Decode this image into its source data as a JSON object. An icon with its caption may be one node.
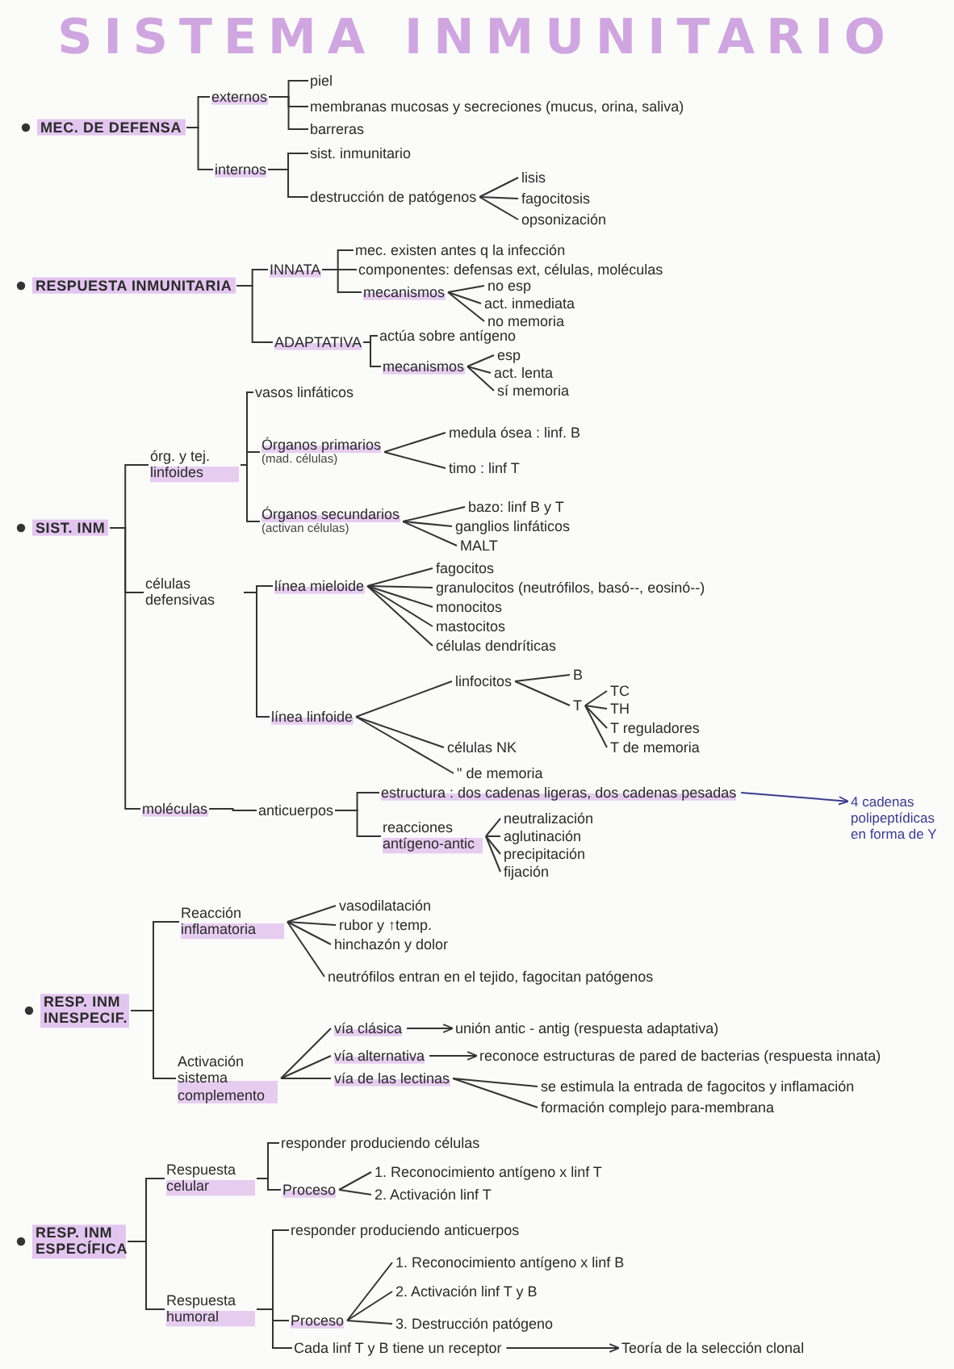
{
  "diagram": {
    "title": "SISTEMA INMUNITARIO",
    "nodes": [
      {
        "text": [
          "MEC. DE DEFENSA"
        ]
      },
      {
        "text": [
          "externos"
        ]
      },
      {
        "text": [
          "piel"
        ]
      },
      {
        "text": [
          "membranas mucosas y secreciones (mucus, orina, saliva)"
        ]
      },
      {
        "text": [
          "barreras"
        ]
      },
      {
        "text": [
          "internos"
        ]
      },
      {
        "text": [
          "sist. inmunitario"
        ]
      },
      {
        "text": [
          "destrucción de patógenos"
        ]
      },
      {
        "text": [
          "lisis"
        ]
      },
      {
        "text": [
          "fagocitosis"
        ]
      },
      {
        "text": [
          "opsonización"
        ]
      },
      {
        "text": [
          "RESPUESTA INMUNITARIA"
        ]
      },
      {
        "text": [
          "INNATA"
        ]
      },
      {
        "text": [
          "mec. existen antes q la infección"
        ]
      },
      {
        "text": [
          "componentes: defensas ext, células, moléculas"
        ]
      },
      {
        "text": [
          "mecanismos"
        ]
      },
      {
        "text": [
          "no esp"
        ]
      },
      {
        "text": [
          "act. inmediata"
        ]
      },
      {
        "text": [
          "no memoria"
        ]
      },
      {
        "text": [
          "ADAPTATIVA"
        ]
      },
      {
        "text": [
          "actúa sobre antígeno"
        ]
      },
      {
        "text": [
          "mecanismos"
        ]
      },
      {
        "text": [
          "esp"
        ]
      },
      {
        "text": [
          "act. lenta"
        ]
      },
      {
        "text": [
          "sí memoria"
        ]
      },
      {
        "text": [
          "SIST. INM"
        ]
      },
      {
        "text": [
          "órg. y tej. linfoides"
        ]
      },
      {
        "text": [
          "vasos linfáticos"
        ]
      },
      {
        "text": [
          "Órganos primarios",
          "(mad. células)"
        ]
      },
      {
        "text": [
          "medula ósea : linf. B"
        ]
      },
      {
        "text": [
          "timo : linf T"
        ]
      },
      {
        "text": [
          "Órganos secundarios",
          "(activan células)"
        ]
      },
      {
        "text": [
          "bazo: linf B y T"
        ]
      },
      {
        "text": [
          "ganglios linfáticos"
        ]
      },
      {
        "text": [
          "MALT"
        ]
      },
      {
        "text": [
          "células defensivas"
        ]
      },
      {
        "text": [
          "línea mieloide"
        ]
      },
      {
        "text": [
          "fagocitos"
        ]
      },
      {
        "text": [
          "granulocitos (neutrófilos, basó--, eosinó--)"
        ]
      },
      {
        "text": [
          "monocitos"
        ]
      },
      {
        "text": [
          "mastocitos"
        ]
      },
      {
        "text": [
          "células dendríticas"
        ]
      },
      {
        "text": [
          "línea linfoide"
        ]
      },
      {
        "text": [
          "linfocitos"
        ]
      },
      {
        "text": [
          "B"
        ]
      },
      {
        "text": [
          "T"
        ]
      },
      {
        "text": [
          "TC"
        ]
      },
      {
        "text": [
          "TH"
        ]
      },
      {
        "text": [
          "T reguladores"
        ]
      },
      {
        "text": [
          "T de memoria"
        ]
      },
      {
        "text": [
          "células NK"
        ]
      },
      {
        "text": [
          "\" de memoria"
        ]
      },
      {
        "text": [
          "moléculas"
        ]
      },
      {
        "text": [
          "anticuerpos"
        ]
      },
      {
        "text": [
          "estructura : dos cadenas ligeras, dos cadenas pesadas"
        ]
      },
      {
        "text": [
          "4 cadenas polipeptídicas en forma de Y"
        ]
      },
      {
        "text": [
          "reacciones antígeno-antic"
        ]
      },
      {
        "text": [
          "neutralización"
        ]
      },
      {
        "text": [
          "aglutinación"
        ]
      },
      {
        "text": [
          "precipitación"
        ]
      },
      {
        "text": [
          "fijación"
        ]
      },
      {
        "text": [
          "RESP. INM INESPECIF."
        ]
      },
      {
        "text": [
          "Reacción inflamatoria"
        ]
      },
      {
        "text": [
          "vasodilatación"
        ]
      },
      {
        "text": [
          "rubor y ↑temp."
        ]
      },
      {
        "text": [
          "hinchazón y dolor"
        ]
      },
      {
        "text": [
          "neutrófilos entran en el tejido, fagocitan patógenos"
        ]
      },
      {
        "text": [
          "Activación sistema complemento"
        ]
      },
      {
        "text": [
          "vía clásica"
        ]
      },
      {
        "text": [
          "unión antic - antig (respuesta adaptativa)"
        ]
      },
      {
        "text": [
          "vía alternativa"
        ]
      },
      {
        "text": [
          "reconoce estructuras de pared de bacterias (respuesta innata)"
        ]
      },
      {
        "text": [
          "vía de las lectinas"
        ]
      },
      {
        "text": [
          "se estimula la entrada de fagocitos y inflamación"
        ]
      },
      {
        "text": [
          "formación complejo para-membrana"
        ]
      },
      {
        "text": [
          "RESP. INM ESPECÍFICA"
        ]
      },
      {
        "text": [
          "Respuesta celular"
        ]
      },
      {
        "text": [
          "responder produciendo células"
        ]
      },
      {
        "text": [
          "Proceso"
        ]
      },
      {
        "text": [
          "1. Reconocimiento antígeno x linf T"
        ]
      },
      {
        "text": [
          "2. Activación linf T"
        ]
      },
      {
        "text": [
          "Respuesta humoral"
        ]
      },
      {
        "text": [
          "responder produciendo anticuerpos"
        ]
      },
      {
        "text": [
          "Proceso"
        ]
      },
      {
        "text": [
          "1. Reconocimiento antígeno x linf B"
        ]
      },
      {
        "text": [
          "2. Activación linf T y B"
        ]
      },
      {
        "text": [
          "3. Destrucción patógeno"
        ]
      },
      {
        "text": [
          "Cada linf T y B tiene un receptor"
        ]
      },
      {
        "text": [
          "Teoría de la selección clonal"
        ]
      }
    ],
    "edges": [
      {
        "from": 0,
        "to": 1,
        "arrow": "none"
      },
      {
        "from": 0,
        "to": 5,
        "arrow": "none"
      },
      {
        "from": 1,
        "to": 2,
        "arrow": "none"
      },
      {
        "from": 1,
        "to": 3,
        "arrow": "none"
      },
      {
        "from": 1,
        "to": 4,
        "arrow": "none"
      },
      {
        "from": 5,
        "to": 6,
        "arrow": "none"
      },
      {
        "from": 5,
        "to": 7,
        "arrow": "none"
      },
      {
        "from": 7,
        "to": 8,
        "arrow": "none"
      },
      {
        "from": 7,
        "to": 9,
        "arrow": "none"
      },
      {
        "from": 7,
        "to": 10,
        "arrow": "none"
      },
      {
        "from": 11,
        "to": 12,
        "arrow": "none"
      },
      {
        "from": 11,
        "to": 19,
        "arrow": "none"
      },
      {
        "from": 12,
        "to": 13,
        "arrow": "none"
      },
      {
        "from": 12,
        "to": 14,
        "arrow": "none"
      },
      {
        "from": 12,
        "to": 15,
        "arrow": "none"
      },
      {
        "from": 15,
        "to": 16,
        "arrow": "none"
      },
      {
        "from": 15,
        "to": 17,
        "arrow": "none"
      },
      {
        "from": 15,
        "to": 18,
        "arrow": "none"
      },
      {
        "from": 19,
        "to": 20,
        "arrow": "none"
      },
      {
        "from": 19,
        "to": 21,
        "arrow": "none"
      },
      {
        "from": 21,
        "to": 22,
        "arrow": "none"
      },
      {
        "from": 21,
        "to": 23,
        "arrow": "none"
      },
      {
        "from": 21,
        "to": 24,
        "arrow": "none"
      },
      {
        "from": 25,
        "to": 26,
        "arrow": "none"
      },
      {
        "from": 25,
        "to": 35,
        "arrow": "none"
      },
      {
        "from": 25,
        "to": 52,
        "arrow": "none"
      },
      {
        "from": 26,
        "to": 27,
        "arrow": "none"
      },
      {
        "from": 26,
        "to": 28,
        "arrow": "none"
      },
      {
        "from": 26,
        "to": 31,
        "arrow": "none"
      },
      {
        "from": 28,
        "to": 29,
        "arrow": "none"
      },
      {
        "from": 28,
        "to": 30,
        "arrow": "none"
      },
      {
        "from": 31,
        "to": 32,
        "arrow": "none"
      },
      {
        "from": 31,
        "to": 33,
        "arrow": "none"
      },
      {
        "from": 31,
        "to": 34,
        "arrow": "none"
      },
      {
        "from": 35,
        "to": 36,
        "arrow": "none"
      },
      {
        "from": 35,
        "to": 42,
        "arrow": "none"
      },
      {
        "from": 36,
        "to": 37,
        "arrow": "none"
      },
      {
        "from": 36,
        "to": 38,
        "arrow": "none"
      },
      {
        "from": 36,
        "to": 39,
        "arrow": "none"
      },
      {
        "from": 36,
        "to": 40,
        "arrow": "none"
      },
      {
        "from": 36,
        "to": 41,
        "arrow": "none"
      },
      {
        "from": 42,
        "to": 43,
        "arrow": "none"
      },
      {
        "from": 42,
        "to": 50,
        "arrow": "none"
      },
      {
        "from": 42,
        "to": 51,
        "arrow": "none"
      },
      {
        "from": 43,
        "to": 44,
        "arrow": "none"
      },
      {
        "from": 43,
        "to": 45,
        "arrow": "none"
      },
      {
        "from": 45,
        "to": 46,
        "arrow": "none"
      },
      {
        "from": 45,
        "to": 47,
        "arrow": "none"
      },
      {
        "from": 45,
        "to": 48,
        "arrow": "none"
      },
      {
        "from": 45,
        "to": 49,
        "arrow": "none"
      },
      {
        "from": 52,
        "to": 53,
        "arrow": "none"
      },
      {
        "from": 53,
        "to": 54,
        "arrow": "none"
      },
      {
        "from": 53,
        "to": 56,
        "arrow": "none"
      },
      {
        "from": 54,
        "to": 55,
        "arrow": "to",
        "color": "#3a3a8c"
      },
      {
        "from": 56,
        "to": 57,
        "arrow": "none"
      },
      {
        "from": 56,
        "to": 58,
        "arrow": "none"
      },
      {
        "from": 56,
        "to": 59,
        "arrow": "none"
      },
      {
        "from": 56,
        "to": 60,
        "arrow": "none"
      },
      {
        "from": 61,
        "to": 62,
        "arrow": "none"
      },
      {
        "from": 61,
        "to": 67,
        "arrow": "none"
      },
      {
        "from": 62,
        "to": 63,
        "arrow": "none"
      },
      {
        "from": 62,
        "to": 64,
        "arrow": "none"
      },
      {
        "from": 62,
        "to": 65,
        "arrow": "none"
      },
      {
        "from": 62,
        "to": 66,
        "arrow": "none"
      },
      {
        "from": 67,
        "to": 68,
        "arrow": "none"
      },
      {
        "from": 67,
        "to": 70,
        "arrow": "none"
      },
      {
        "from": 67,
        "to": 72,
        "arrow": "none"
      },
      {
        "from": 68,
        "to": 69,
        "arrow": "to"
      },
      {
        "from": 70,
        "to": 71,
        "arrow": "to"
      },
      {
        "from": 72,
        "to": 73,
        "arrow": "none"
      },
      {
        "from": 72,
        "to": 74,
        "arrow": "none"
      },
      {
        "from": 75,
        "to": 76,
        "arrow": "none"
      },
      {
        "from": 75,
        "to": 81,
        "arrow": "none"
      },
      {
        "from": 76,
        "to": 77,
        "arrow": "none"
      },
      {
        "from": 76,
        "to": 78,
        "arrow": "none"
      },
      {
        "from": 78,
        "to": 79,
        "arrow": "none"
      },
      {
        "from": 78,
        "to": 80,
        "arrow": "none"
      },
      {
        "from": 81,
        "to": 82,
        "arrow": "none"
      },
      {
        "from": 81,
        "to": 83,
        "arrow": "none"
      },
      {
        "from": 81,
        "to": 87,
        "arrow": "none"
      },
      {
        "from": 83,
        "to": 84,
        "arrow": "none"
      },
      {
        "from": 83,
        "to": 85,
        "arrow": "none"
      },
      {
        "from": 83,
        "to": 86,
        "arrow": "none"
      },
      {
        "from": 87,
        "to": 88,
        "arrow": "to"
      }
    ]
  }
}
